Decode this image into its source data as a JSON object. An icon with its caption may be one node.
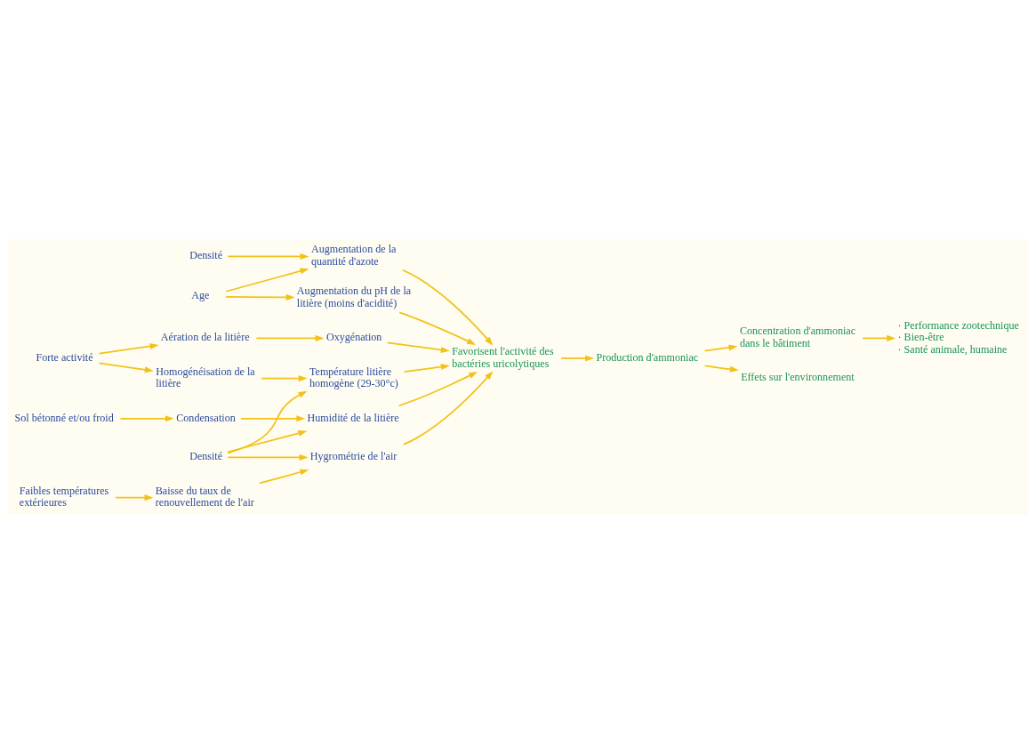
{
  "diagram": {
    "nodes": [
      {
        "text": [
          "Densité"
        ]
      },
      {
        "text": [
          "Augmentation de la quantité d'azote"
        ]
      },
      {
        "text": [
          "Age"
        ]
      },
      {
        "text": [
          "Augmentation du pH de la litière (moins d'acidité)"
        ]
      },
      {
        "text": [
          "Favorisent l'activité des bactéries uricolytiques"
        ]
      },
      {
        "text": [
          "Forte activité"
        ]
      },
      {
        "text": [
          "Aération de la litière"
        ]
      },
      {
        "text": [
          "Oxygénation"
        ]
      },
      {
        "text": [
          "Température litière homogène (29-30°c)"
        ]
      },
      {
        "text": [
          "Homogénéisation de la litière"
        ]
      },
      {
        "text": [
          "Densité"
        ]
      },
      {
        "text": [
          "Humidité de la litière"
        ]
      },
      {
        "text": [
          "Sol bétonné et/ou froid"
        ]
      },
      {
        "text": [
          "Condensation"
        ]
      },
      {
        "text": [
          "Hygrométrie de l'air"
        ]
      },
      {
        "text": [
          "Faibles températures extérieures"
        ]
      },
      {
        "text": [
          "Baisse du taux de renouvellement de l'air"
        ]
      },
      {
        "text": [
          "Production d'ammoniac"
        ]
      },
      {
        "text": [
          "Concentration d'ammoniac dans le bâtiment"
        ]
      },
      {
        "text": [
          "Effets sur l'environnement"
        ]
      },
      {
        "text": [
          "· Performance zootechnique",
          "· Bien-être",
          "· Santé animale, humaine"
        ]
      }
    ],
    "edges": [
      {
        "from": 0,
        "to": 1,
        "arrow": "to"
      },
      {
        "from": 2,
        "to": 1,
        "arrow": "to"
      },
      {
        "from": 2,
        "to": 3,
        "arrow": "to"
      },
      {
        "from": 1,
        "to": 4,
        "arrow": "to"
      },
      {
        "from": 3,
        "to": 4,
        "arrow": "to"
      },
      {
        "from": 7,
        "to": 4,
        "arrow": "to"
      },
      {
        "from": 8,
        "to": 4,
        "arrow": "to"
      },
      {
        "from": 11,
        "to": 4,
        "arrow": "to"
      },
      {
        "from": 14,
        "to": 4,
        "arrow": "to"
      },
      {
        "from": 5,
        "to": 6,
        "arrow": "to"
      },
      {
        "from": 6,
        "to": 7,
        "arrow": "to"
      },
      {
        "from": 5,
        "to": 9,
        "arrow": "to"
      },
      {
        "from": 9,
        "to": 8,
        "arrow": "to"
      },
      {
        "from": 10,
        "to": 8,
        "arrow": "to"
      },
      {
        "from": 10,
        "to": 11,
        "arrow": "to"
      },
      {
        "from": 10,
        "to": 14,
        "arrow": "to"
      },
      {
        "from": 12,
        "to": 13,
        "arrow": "to"
      },
      {
        "from": 13,
        "to": 11,
        "arrow": "to"
      },
      {
        "from": 15,
        "to": 16,
        "arrow": "to"
      },
      {
        "from": 16,
        "to": 14,
        "arrow": "to"
      },
      {
        "from": 4,
        "to": 17,
        "arrow": "to"
      },
      {
        "from": 17,
        "to": 19,
        "arrow": "to"
      },
      {
        "from": 17,
        "to": 18,
        "arrow": "to"
      },
      {
        "from": 18,
        "to": 20,
        "arrow": "to"
      }
    ]
  }
}
